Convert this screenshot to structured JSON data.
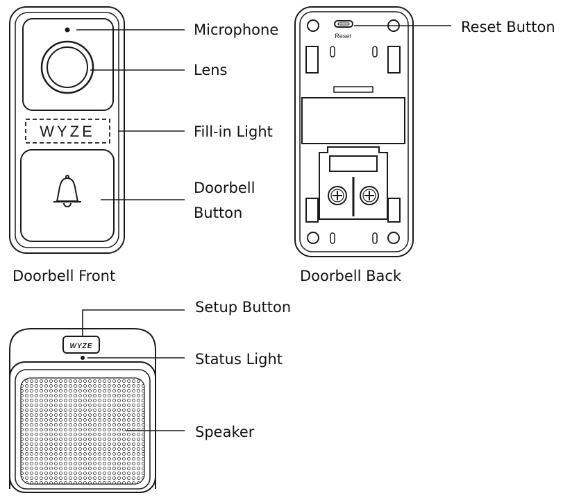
{
  "front": {
    "caption": "Doorbell Front",
    "brand": "WYZE",
    "labels": {
      "microphone": "Microphone",
      "lens": "Lens",
      "fill_light": "Fill-in Light",
      "doorbell_button_line1": "Doorbell",
      "doorbell_button_line2": "Button"
    }
  },
  "back": {
    "caption": "Doorbell Back",
    "reset_small": "Reset",
    "labels": {
      "reset_button": "Reset Button"
    }
  },
  "chime": {
    "brand": "WYZE",
    "labels": {
      "setup_button": "Setup Button",
      "status_light": "Status Light",
      "speaker": "Speaker"
    }
  }
}
